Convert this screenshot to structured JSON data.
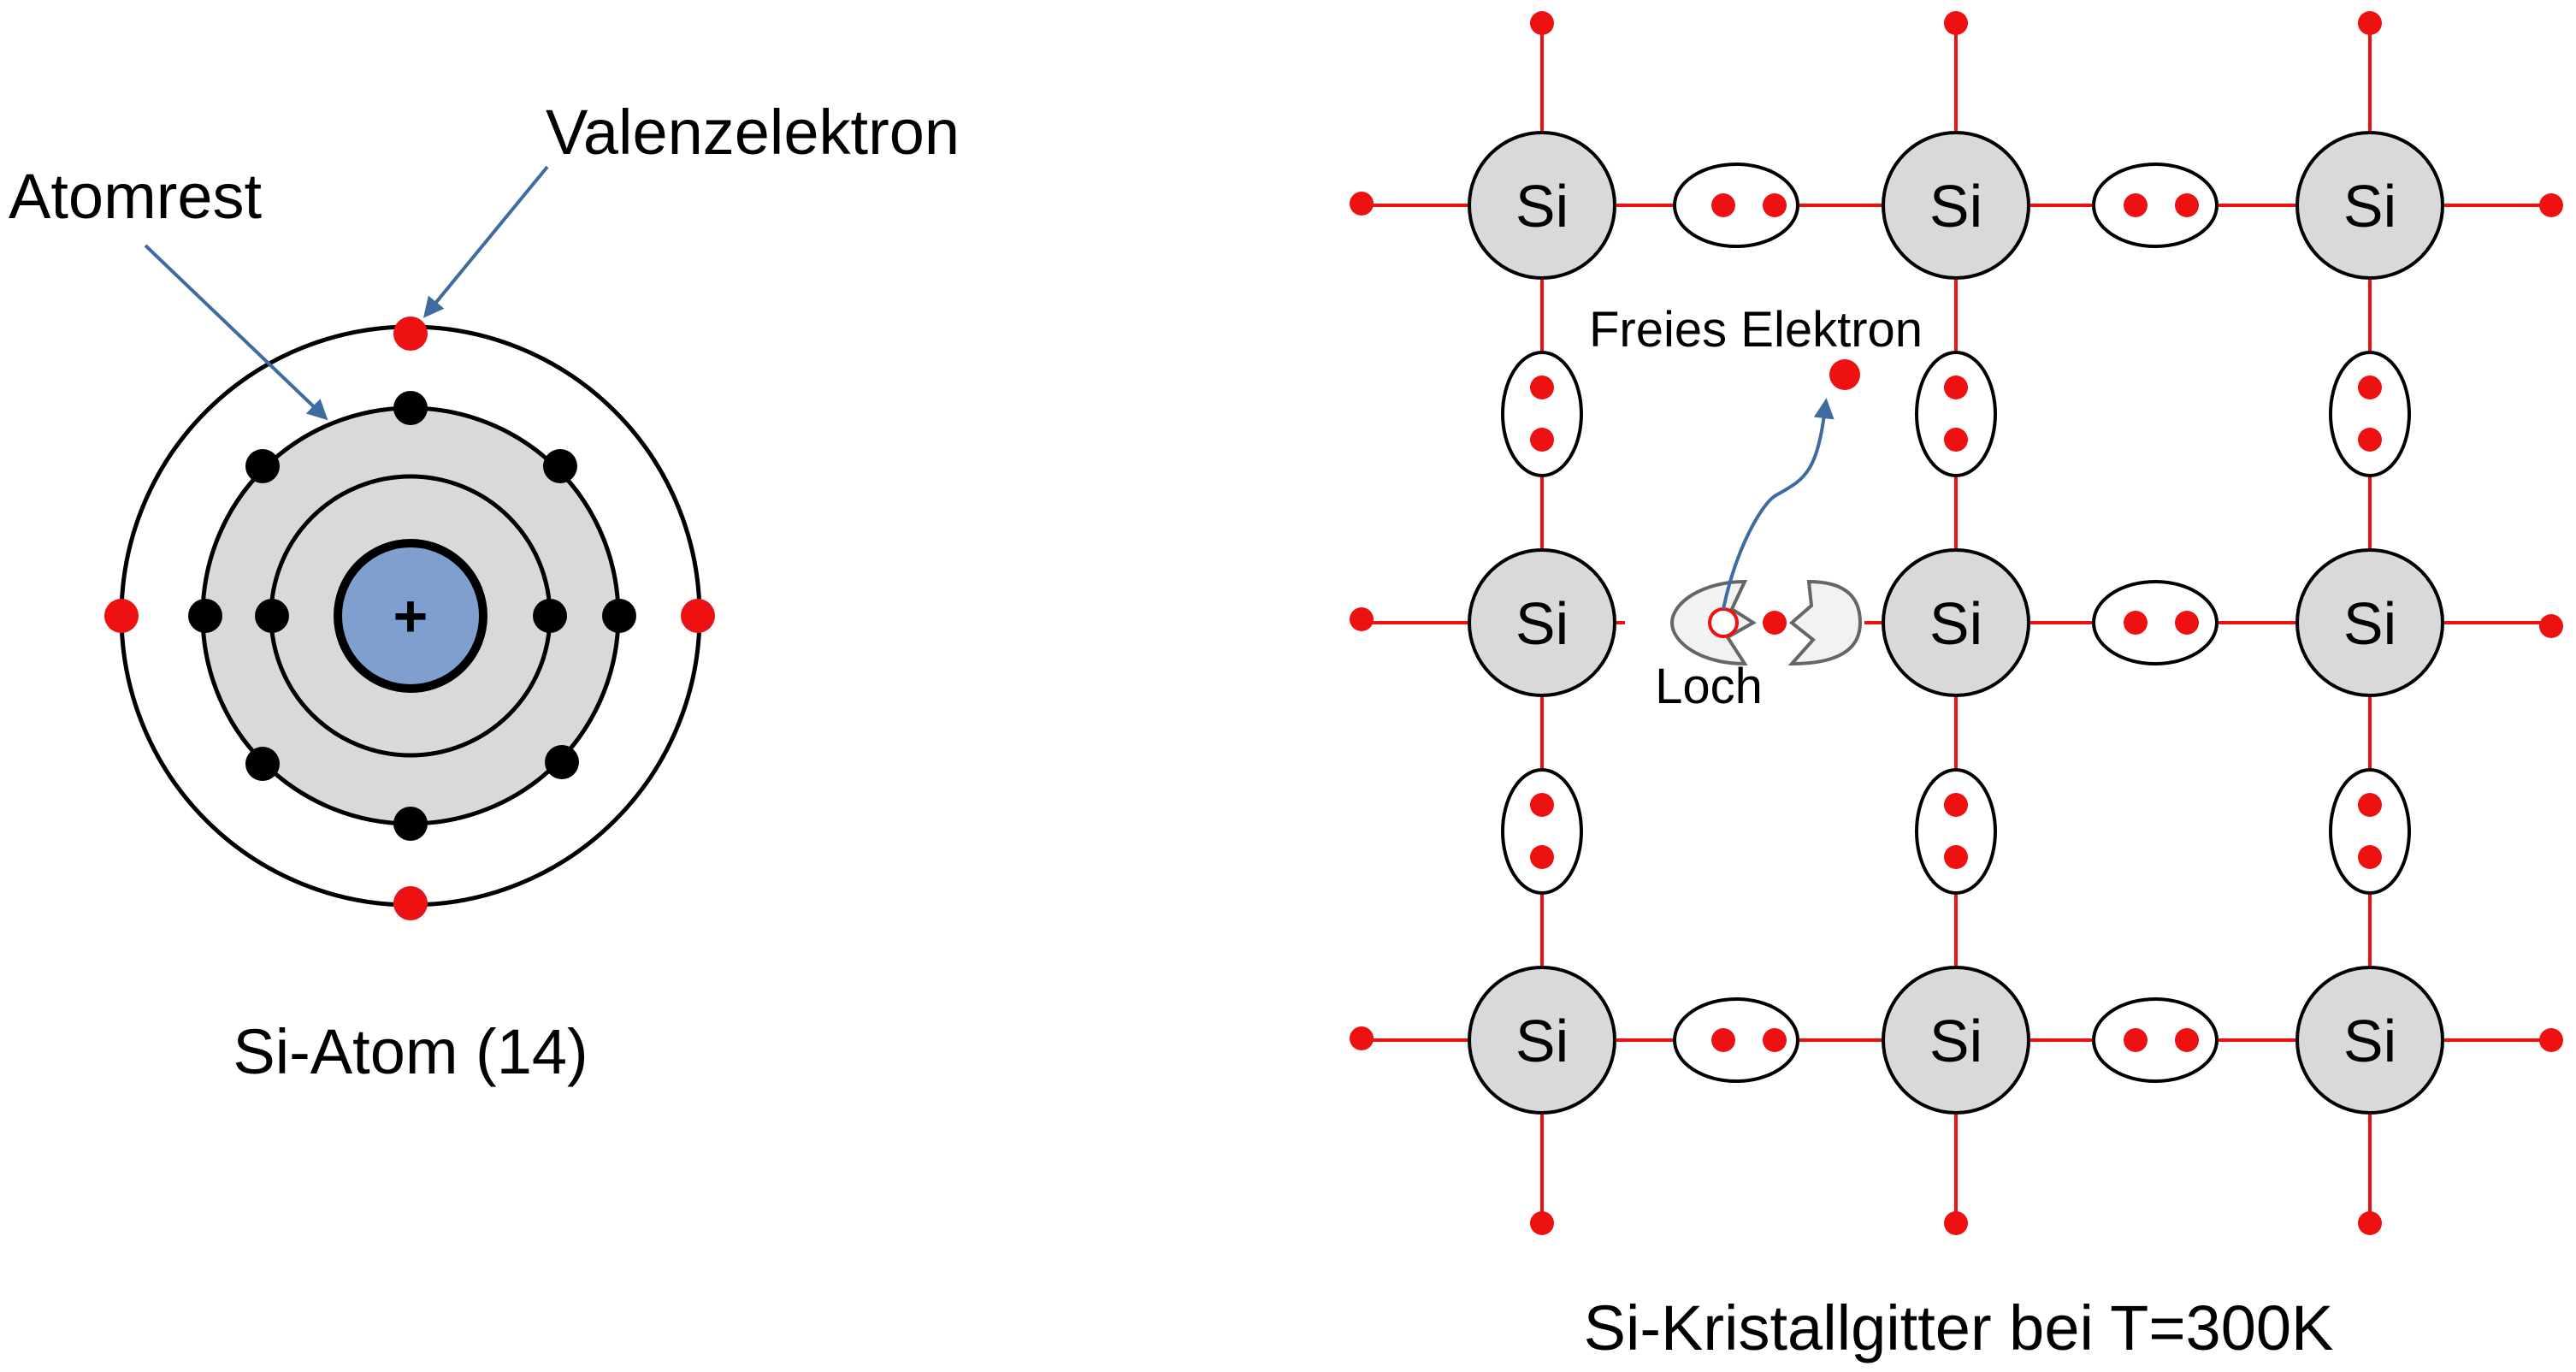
{
  "atom": {
    "nucleus_symbol": "+",
    "label_atomrest": "Atomrest",
    "label_valenzelektron": "Valenzelektron",
    "caption": "Si-Atom (14)",
    "inner_shell_electrons": 2,
    "middle_shell_electrons": 8,
    "valence_electrons": 4
  },
  "lattice": {
    "atom_symbol": "Si",
    "rows": 3,
    "cols": 3,
    "label_free_electron": "Freies Elektron",
    "label_hole": "Loch",
    "caption": "Si-Kristallgitter bei T=300K"
  },
  "colors": {
    "electron_red": "#ee1111",
    "core_electron": "#000000",
    "shell_fill": "#d9d9d9",
    "nucleus_fill": "#7f9fcf",
    "arrow_blue": "#3e6ba0",
    "bond_line": "#ee1111",
    "atom_fill": "#d9d9d9"
  }
}
